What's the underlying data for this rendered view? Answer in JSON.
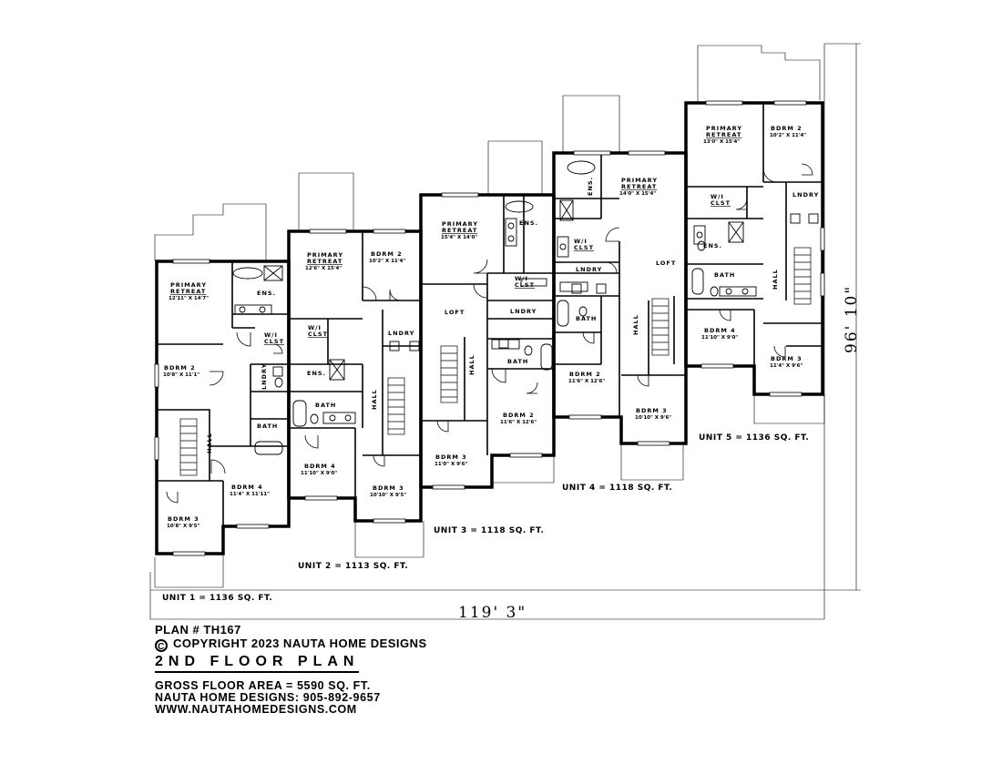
{
  "plan": {
    "plan_number": "PLAN # TH167",
    "copyright": "COPYRIGHT 2023 NAUTA HOME DESIGNS",
    "title": "2ND FLOOR PLAN",
    "gross_floor_area": "GROSS FLOOR AREA  =  5590 SQ. FT.",
    "phone": "NAUTA HOME DESIGNS: 905-892-9657",
    "website": "WWW.NAUTAHOMEDESIGNS.COM"
  },
  "dimensions": {
    "overall_width": "119' 3\"",
    "overall_depth": "96' 10\""
  },
  "units": [
    {
      "label": "UNIT 1 =  1136 SQ. FT.",
      "rooms": {
        "primary": "PRIMARY",
        "retreat": "RETREAT",
        "primary_dim": "12'11\" X 14'7\"",
        "ens": "ENS.",
        "wic": "W/I",
        "clst": "CLST",
        "lndry": "LNDRY",
        "bath": "BATH",
        "hall": "HALL",
        "bdrm2": "BDRM 2",
        "bdrm2_dim": "10'8\" X 11'1\"",
        "bdrm3": "BDRM 3",
        "bdrm3_dim": "10'8\" X 9'5\"",
        "bdrm4": "BDRM 4",
        "bdrm4_dim": "11'4\" X 11'11\""
      }
    },
    {
      "label": "UNIT 2 =  1113 SQ. FT.",
      "rooms": {
        "primary": "PRIMARY",
        "retreat": "RETREAT",
        "primary_dim": "12'6\" X 15'4\"",
        "bdrm2": "BDRM 2",
        "bdrm2_dim": "10'2\" X 11'4\"",
        "wic": "W/I",
        "clst": "CLST",
        "lndry": "LNDRY",
        "ens": "ENS.",
        "bath": "BATH",
        "hall": "HALL",
        "bdrm4": "BDRM 4",
        "bdrm4_dim": "11'10\" X 9'0\"",
        "bdrm3": "BDRM 3",
        "bdrm3_dim": "10'10\" X 9'5\""
      }
    },
    {
      "label": "UNIT 3 =  1118 SQ. FT.",
      "rooms": {
        "primary": "PRIMARY",
        "retreat": "RETREAT",
        "primary_dim": "15'4\" X 14'0\"",
        "ens": "ENS.",
        "wic": "W/I",
        "clst": "CLST",
        "loft": "LOFT",
        "lndry": "LNDRY",
        "bath": "BATH",
        "hall": "HALL",
        "bdrm2": "BDRM 2",
        "bdrm2_dim": "11'6\" X 12'6\"",
        "bdrm3": "BDRM 3",
        "bdrm3_dim": "11'0\" X 9'6\""
      }
    },
    {
      "label": "UNIT 4 =  1118 SQ. FT.",
      "rooms": {
        "primary": "PRIMARY",
        "retreat": "RETREAT",
        "primary_dim": "14'0\" X 15'4\"",
        "ens": "ENS.",
        "wic": "W/I",
        "clst": "CLST",
        "loft": "LOFT",
        "lndry": "LNDRY",
        "bath": "BATH",
        "hall": "HALL",
        "bdrm2": "BDRM 2",
        "bdrm2_dim": "11'6\" X 12'6\"",
        "bdrm3": "BDRM 3",
        "bdrm3_dim": "10'10\" X 9'6\""
      }
    },
    {
      "label": "UNIT 5 =  1136 SQ. FT.",
      "rooms": {
        "primary": "PRIMARY",
        "retreat": "RETREAT",
        "primary_dim": "13'0\" X 15'4\"",
        "bdrm2": "BDRM 2",
        "bdrm2_dim": "10'2\" X 11'4\"",
        "wic": "W/I",
        "clst": "CLST",
        "ens": "ENS.",
        "lndry": "LNDRY",
        "bath": "BATH",
        "hall": "HALL",
        "bdrm4": "BDRM 4",
        "bdrm4_dim": "11'10\" X 9'0\"",
        "bdrm3": "BDRM 3",
        "bdrm3_dim": "11'4\" X 9'6\""
      }
    }
  ]
}
